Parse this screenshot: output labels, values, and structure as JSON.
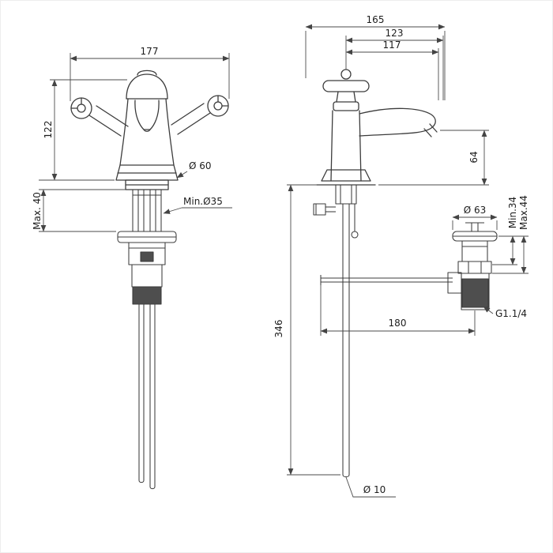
{
  "drawing": {
    "background": "#ffffff",
    "stroke_color": "#3c3c3c",
    "text_color": "#1d1d1d",
    "kind": "faucet-technical-dimension-drawing"
  },
  "front_view": {
    "dims": {
      "width": "177",
      "height": "122",
      "max_deck": "Max. 40",
      "base_diameter": "Ø 60",
      "min_hole": "Min.Ø35"
    }
  },
  "side_view": {
    "dims": {
      "total_depth": "165",
      "spout_depth": "123",
      "outlet_depth": "117",
      "spout_height": "64",
      "waste_flange_diameter": "Ø 63",
      "deck_min": "Min.34",
      "deck_max": "Max.44",
      "hose_drop": "346",
      "waste_offset": "180",
      "waste_thread": "G1.1/4",
      "hose_diameter": "Ø 10"
    }
  }
}
